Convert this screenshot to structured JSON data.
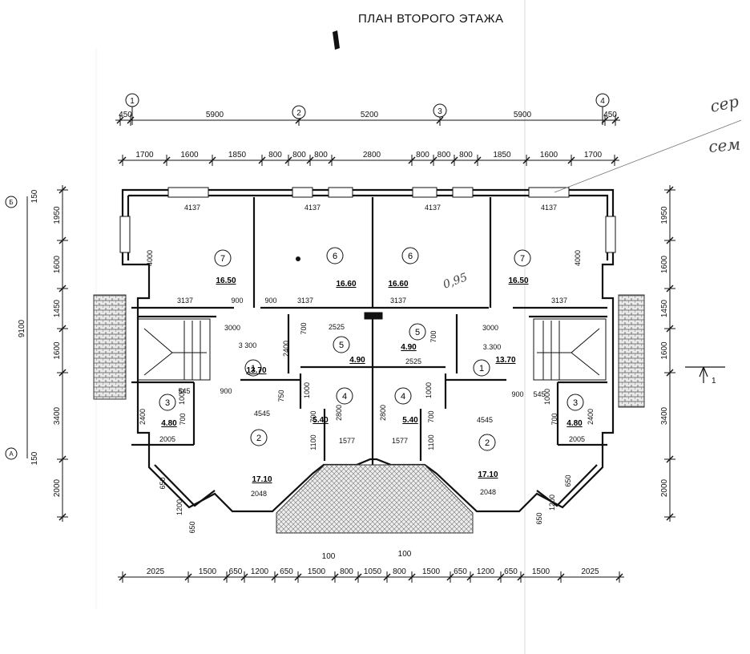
{
  "title": "ПЛАН ВТОРОГО ЭТАЖА",
  "handwritten_notes": [
    "сер",
    "сем",
    "0,95"
  ],
  "axes": {
    "top": [
      "1",
      "2",
      "3",
      "4"
    ],
    "left": [
      "Б",
      "А"
    ]
  },
  "dimensions": {
    "axis_row": [
      "450",
      "5900",
      "5200",
      "5900",
      "450"
    ],
    "top_row": [
      "1700",
      "1600",
      "1850",
      "800",
      "800",
      "800",
      "2800",
      "800",
      "800",
      "800",
      "1850",
      "1600",
      "1700"
    ],
    "bottom_row": [
      "2025",
      "1500",
      "650",
      "1200",
      "650",
      "1500",
      "800",
      "1050",
      "800",
      "1500",
      "650",
      "1200",
      "650",
      "1500",
      "2025"
    ],
    "bottom_extra": [
      "100",
      "100"
    ],
    "left_total": "9100",
    "left_small": [
      "150",
      "150"
    ],
    "left_row": [
      "1950",
      "1600",
      "1450",
      "1600",
      "3400",
      "2000"
    ],
    "right_row": [
      "1950",
      "1600",
      "1450",
      "1600",
      "3400",
      "2000"
    ]
  },
  "rooms": [
    {
      "num": "7",
      "area": "16.50"
    },
    {
      "num": "6",
      "area": "16.60"
    },
    {
      "num": "6",
      "area": "16.60"
    },
    {
      "num": "7",
      "area": "16.50"
    },
    {
      "num": "5",
      "area": "4.90"
    },
    {
      "num": "5",
      "area": "4.90"
    },
    {
      "num": "1",
      "area": "13.70"
    },
    {
      "num": "1",
      "area": "13.70"
    },
    {
      "num": "3",
      "area": "4.80"
    },
    {
      "num": "3",
      "area": "4.80"
    },
    {
      "num": "4",
      "area": "5.40"
    },
    {
      "num": "4",
      "area": "5.40"
    },
    {
      "num": "2",
      "area": "17.10"
    },
    {
      "num": "2",
      "area": "17.10"
    }
  ],
  "inner_dims": {
    "w4137": "4137",
    "w3137": "3137",
    "h4000": "4000",
    "d900": "900",
    "d3000": "3000",
    "d2525": "2525",
    "d3300": "3 300",
    "d3300b": "3.300",
    "d2400": "2400",
    "d700": "700",
    "d1000": "1000",
    "d545": "545",
    "d750": "750",
    "d2800": "2800",
    "d4545": "4545",
    "d2005": "2005",
    "d1577": "1577",
    "d1100": "1100",
    "d2048": "2048",
    "d650": "650",
    "d1200": "1200"
  },
  "section_mark": "1"
}
